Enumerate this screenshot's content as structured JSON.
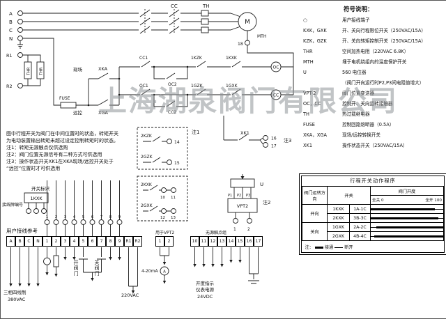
{
  "watermark": "上海湖泉阀门有限公司",
  "circuit": {
    "a": "A",
    "b": "B",
    "c": "C",
    "n": "N",
    "r1": "R1",
    "r2": "R2",
    "thr": "THR",
    "cc_label": "CC",
    "th_label": "TH",
    "motor": "M",
    "mth": "MTH",
    "t18": "18",
    "fuse": "FUSE",
    "xka": "XKA",
    "xga": "XGA",
    "local": "现场",
    "remote": "远控",
    "cc1": "CC1",
    "oc1": "OC1",
    "oc2": "OC2",
    "cc2": "CC2",
    "kzk1": "1KZK",
    "kxk1": "1KXK",
    "gzk1": "1GZK",
    "gxk1": "1GXK",
    "coil_oc": "OC",
    "coil_cc": "CC",
    "kzk2": "2KZK",
    "gzk2": "2GZK",
    "kxk2": "2KXK",
    "gxk2": "2GXK",
    "xk1": "XK1",
    "u": "U",
    "vpt2": "VPT2",
    "p1": "P1",
    "p2": "P2",
    "p3": "P3",
    "note1": "注1",
    "note2": "注2",
    "note3": "注3",
    "switch_id": "开关标识",
    "plate_no": "接线牌编号",
    "example": "1KXK",
    "tnums": [
      "1",
      "2",
      "3",
      "4",
      "5",
      "6",
      "7",
      "8",
      "9",
      "10",
      "11",
      "12",
      "13",
      "14",
      "15",
      "16",
      "17"
    ]
  },
  "legend": {
    "title": "符号说明：",
    "items": [
      {
        "s": "○",
        "d": "用户接线端子"
      },
      {
        "s": "KXK，GXK",
        "d": "开、关向行程限位开关（250VAC/15A）"
      },
      {
        "s": "KZK，GZK",
        "d": "开、关向转矩控制开关（250VAC/15A）"
      },
      {
        "s": "THR",
        "d": "空间加热电阻（220VAC 6.8K）"
      },
      {
        "s": "MTH",
        "d": "埋于电机绕组内的温度保护开关"
      },
      {
        "s": "U",
        "d": "560 电位器"
      },
      {
        "s": "",
        "d": "（阀门开向运行时P2,P3间电阻值增大）"
      },
      {
        "s": "VPT-2",
        "d": "阀门位置变送器"
      },
      {
        "s": "OC，CC",
        "d": "控制开、关向运转接触器"
      },
      {
        "s": "TH",
        "d": "热过载继电器"
      },
      {
        "s": "FUSE",
        "d": "控制回路熔断器（0.5A）"
      },
      {
        "s": "XKA，XGA",
        "d": "现场/远控转换开关"
      },
      {
        "s": "XK1",
        "d": "操作状态开关（250VAC/15A）"
      }
    ]
  },
  "table": {
    "title": "行程开关动作程序",
    "h_dir": "阀门运转方向",
    "h_sw": "开关",
    "h_deg": "阀门开度",
    "closed0": "全关 0",
    "open100": "全开 100",
    "rows": [
      {
        "dir": "开向",
        "sw": "1KXK",
        "ct": "1A-1C"
      },
      {
        "dir": "",
        "sw": "2KXK",
        "ct": "3B-3C"
      },
      {
        "dir": "关向",
        "sw": "1GXK",
        "ct": "2A-2C"
      },
      {
        "dir": "",
        "sw": "2GXK",
        "ct": "4B-4C"
      }
    ],
    "note_label": "注：",
    "on": "接通",
    "off": "断开"
  },
  "notes": {
    "l1": "图中行程开关为阀门在中间位置时的状态，转矩开关",
    "l2": "为电动装置输出转矩未超过设定控制转矩时的状态。",
    "l3": "注1：转矩无源触点仅供选购",
    "l4": "注2：阀门位置无源信号有二种方式可供选用",
    "l5": "注3：操作状态开关XK1在XKA现场/远控开关处于",
    "l6": "“远控”位置时才可供选用"
  },
  "bottom": {
    "user_ref": "用户接线参考",
    "strip1": [
      "A",
      "B",
      "C",
      "N",
      "1",
      "2",
      "3",
      "4",
      "5",
      "6",
      "7",
      "8",
      "9",
      "R1",
      "R2"
    ],
    "strip2_label": "用于VPT2",
    "strip2": [
      "1",
      "2"
    ],
    "strip3_label": "无源触点组",
    "strip3": [
      "10",
      "11",
      "12",
      "13",
      "14",
      "15",
      "16",
      "17"
    ],
    "power1": "三相四线制",
    "power2": "380VAC",
    "btn_open": "开阀门",
    "btn_close": "关阀门",
    "ac220": "220VAC",
    "ma": "4-20mA",
    "meter": "A",
    "ind1": "开度指示",
    "ind2": "仪表电源",
    "dc24": "24VDC"
  }
}
